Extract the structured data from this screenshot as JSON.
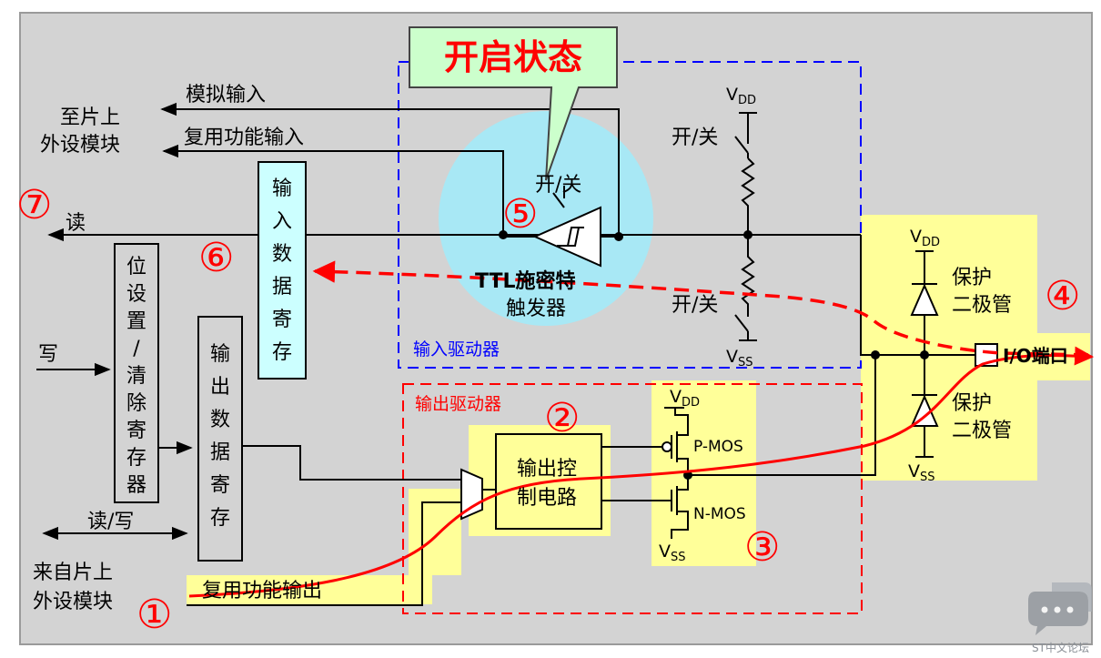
{
  "title_callout": "开启状态",
  "labels": {
    "to_peripheral": [
      "至片上",
      "外设模块"
    ],
    "from_peripheral": [
      "来自片上",
      "外设模块"
    ],
    "analog_input": "模拟输入",
    "alt_input": "复用功能输入",
    "read": "读",
    "write": "写",
    "read_write": "读/写",
    "alt_output": "复用功能输出",
    "input_data_register": "输入数据寄存器",
    "output_data_register": "输出数据寄存器",
    "bit_set_reset_register": "位设置/清除寄存器",
    "switch_top": "开/关",
    "switch_pu": "开/关",
    "switch_pd": "开/关",
    "ttl_schmitt": [
      "TTL施密特",
      "触发器"
    ],
    "input_driver": "输入驱动器",
    "output_driver": "输出驱动器",
    "output_control": [
      "输出控",
      "制电路"
    ],
    "pmos": "P-MOS",
    "nmos": "N-MOS",
    "protect_diode_top": [
      "保护",
      "二极管"
    ],
    "protect_diode_bottom": [
      "保护",
      "二极管"
    ],
    "io_port": "I/O端口",
    "vdd": "V",
    "vdd_sub": "DD",
    "vss": "V",
    "vss_sub": "SS"
  },
  "markers": [
    "①",
    "②",
    "③",
    "④",
    "⑤",
    "⑥",
    "⑦"
  ],
  "watermark": "ST中文论坛",
  "colors": {
    "background": "#d3d3d3",
    "highlight_yellow": "#ffff99",
    "highlight_cyan": "#a8e8f5",
    "register_cyan": "#ccffff",
    "callout_green": "#ccffcc",
    "signal_red": "#ff0000",
    "input_border": "#0000ff",
    "output_border": "#ff0000"
  }
}
